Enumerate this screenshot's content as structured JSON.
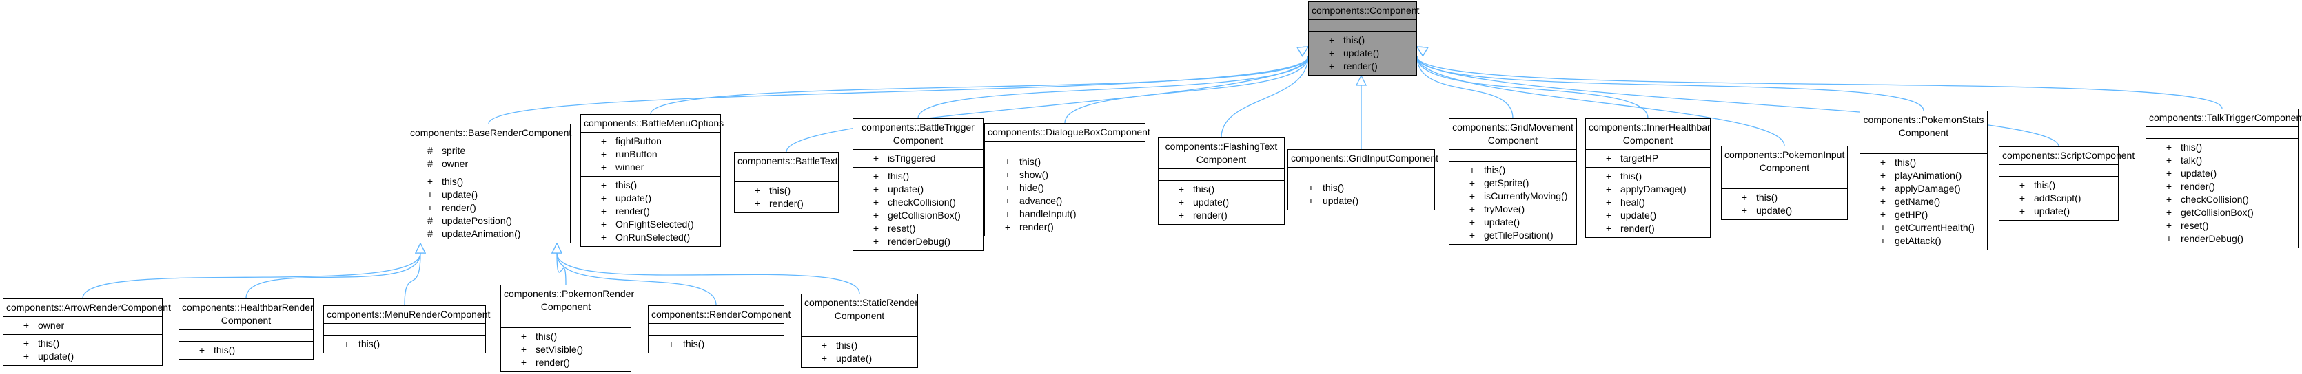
{
  "diagram": {
    "classes": [
      {
        "id": "component",
        "name": [
          "components::Component"
        ],
        "attributes": [],
        "methods": [
          [
            "+",
            "this()"
          ],
          [
            "+",
            "update()"
          ],
          [
            "+",
            "render()"
          ]
        ]
      },
      {
        "id": "baserender",
        "name": [
          "components::BaseRenderComponent"
        ],
        "attributes": [
          [
            "#",
            "sprite"
          ],
          [
            "#",
            "owner"
          ]
        ],
        "methods": [
          [
            "+",
            "this()"
          ],
          [
            "+",
            "update()"
          ],
          [
            "+",
            "render()"
          ],
          [
            "#",
            "updatePosition()"
          ],
          [
            "#",
            "updateAnimation()"
          ]
        ]
      },
      {
        "id": "battlemenu",
        "name": [
          "components::BattleMenuOptions"
        ],
        "attributes": [
          [
            "+",
            "fightButton"
          ],
          [
            "+",
            "runButton"
          ],
          [
            "+",
            "winner"
          ]
        ],
        "methods": [
          [
            "+",
            "this()"
          ],
          [
            "+",
            "update()"
          ],
          [
            "+",
            "render()"
          ],
          [
            "+",
            "OnFightSelected()"
          ],
          [
            "+",
            "OnRunSelected()"
          ]
        ]
      },
      {
        "id": "battletext",
        "name": [
          "components::BattleText"
        ],
        "attributes": [],
        "methods": [
          [
            "+",
            "this()"
          ],
          [
            "+",
            "render()"
          ]
        ]
      },
      {
        "id": "battletrigger",
        "name": [
          "components::BattleTrigger",
          "Component"
        ],
        "attributes": [
          [
            "+",
            "isTriggered"
          ]
        ],
        "methods": [
          [
            "+",
            "this()"
          ],
          [
            "+",
            "update()"
          ],
          [
            "+",
            "checkCollision()"
          ],
          [
            "+",
            "getCollisionBox()"
          ],
          [
            "+",
            "reset()"
          ],
          [
            "+",
            "renderDebug()"
          ]
        ]
      },
      {
        "id": "dialoguebox",
        "name": [
          "components::DialogueBoxComponent"
        ],
        "attributes": [],
        "methods": [
          [
            "+",
            "this()"
          ],
          [
            "+",
            "show()"
          ],
          [
            "+",
            "hide()"
          ],
          [
            "+",
            "advance()"
          ],
          [
            "+",
            "handleInput()"
          ],
          [
            "+",
            "render()"
          ]
        ]
      },
      {
        "id": "flashingtext",
        "name": [
          "components::FlashingText",
          "Component"
        ],
        "attributes": [],
        "methods": [
          [
            "+",
            "this()"
          ],
          [
            "+",
            "update()"
          ],
          [
            "+",
            "render()"
          ]
        ]
      },
      {
        "id": "gridinput",
        "name": [
          "components::GridInputComponent"
        ],
        "attributes": [],
        "methods": [
          [
            "+",
            "this()"
          ],
          [
            "+",
            "update()"
          ]
        ]
      },
      {
        "id": "gridmovement",
        "name": [
          "components::GridMovement",
          "Component"
        ],
        "attributes": [],
        "methods": [
          [
            "+",
            "this()"
          ],
          [
            "+",
            "getSprite()"
          ],
          [
            "+",
            "isCurrentlyMoving()"
          ],
          [
            "+",
            "tryMove()"
          ],
          [
            "+",
            "update()"
          ],
          [
            "+",
            "getTilePosition()"
          ]
        ]
      },
      {
        "id": "innerhealth",
        "name": [
          "components::InnerHealthbar",
          "Component"
        ],
        "attributes": [
          [
            "+",
            "targetHP"
          ]
        ],
        "methods": [
          [
            "+",
            "this()"
          ],
          [
            "+",
            "applyDamage()"
          ],
          [
            "+",
            "heal()"
          ],
          [
            "+",
            "update()"
          ],
          [
            "+",
            "render()"
          ]
        ]
      },
      {
        "id": "pokemoninput",
        "name": [
          "components::PokemonInput",
          "Component"
        ],
        "attributes": [],
        "methods": [
          [
            "+",
            "this()"
          ],
          [
            "+",
            "update()"
          ]
        ]
      },
      {
        "id": "pokemonstats",
        "name": [
          "components::PokemonStats",
          "Component"
        ],
        "attributes": [],
        "methods": [
          [
            "+",
            "this()"
          ],
          [
            "+",
            "playAnimation()"
          ],
          [
            "+",
            "applyDamage()"
          ],
          [
            "+",
            "getName()"
          ],
          [
            "+",
            "getHP()"
          ],
          [
            "+",
            "getCurrentHealth()"
          ],
          [
            "+",
            "getAttack()"
          ]
        ]
      },
      {
        "id": "script",
        "name": [
          "components::ScriptComponent"
        ],
        "attributes": [],
        "methods": [
          [
            "+",
            "this()"
          ],
          [
            "+",
            "addScript()"
          ],
          [
            "+",
            "update()"
          ]
        ]
      },
      {
        "id": "talktrigger",
        "name": [
          "components::TalkTriggerComponent"
        ],
        "attributes": [],
        "methods": [
          [
            "+",
            "this()"
          ],
          [
            "+",
            "talk()"
          ],
          [
            "+",
            "update()"
          ],
          [
            "+",
            "render()"
          ],
          [
            "+",
            "checkCollision()"
          ],
          [
            "+",
            "getCollisionBox()"
          ],
          [
            "+",
            "reset()"
          ],
          [
            "+",
            "renderDebug()"
          ]
        ]
      },
      {
        "id": "arrowrender",
        "name": [
          "components::ArrowRenderComponent"
        ],
        "attributes": [
          [
            "+",
            "owner"
          ]
        ],
        "methods": [
          [
            "+",
            "this()"
          ],
          [
            "+",
            "update()"
          ]
        ]
      },
      {
        "id": "healthbarrender",
        "name": [
          "components::HealthbarRender",
          "Component"
        ],
        "attributes": [],
        "methods": [
          [
            "+",
            "this()"
          ]
        ]
      },
      {
        "id": "menurender",
        "name": [
          "components::MenuRenderComponent"
        ],
        "attributes": [],
        "methods": [
          [
            "+",
            "this()"
          ]
        ]
      },
      {
        "id": "pokemonrender",
        "name": [
          "components::PokemonRender",
          "Component"
        ],
        "attributes": [],
        "methods": [
          [
            "+",
            "this()"
          ],
          [
            "+",
            "setVisible()"
          ],
          [
            "+",
            "render()"
          ]
        ]
      },
      {
        "id": "renderc",
        "name": [
          "components::RenderComponent"
        ],
        "attributes": [],
        "methods": [
          [
            "+",
            "this()"
          ]
        ]
      },
      {
        "id": "staticrender",
        "name": [
          "components::StaticRender",
          "Component"
        ],
        "attributes": [],
        "methods": [
          [
            "+",
            "this()"
          ],
          [
            "+",
            "update()"
          ]
        ]
      }
    ],
    "inheritance": [
      [
        "baserender",
        "component"
      ],
      [
        "battlemenu",
        "component"
      ],
      [
        "battletext",
        "component"
      ],
      [
        "battletrigger",
        "component"
      ],
      [
        "dialoguebox",
        "component"
      ],
      [
        "flashingtext",
        "component"
      ],
      [
        "gridinput",
        "component"
      ],
      [
        "gridmovement",
        "component"
      ],
      [
        "innerhealth",
        "component"
      ],
      [
        "pokemoninput",
        "component"
      ],
      [
        "pokemonstats",
        "component"
      ],
      [
        "script",
        "component"
      ],
      [
        "talktrigger",
        "component"
      ],
      [
        "arrowrender",
        "baserender"
      ],
      [
        "healthbarrender",
        "baserender"
      ],
      [
        "menurender",
        "baserender"
      ],
      [
        "pokemonrender",
        "baserender"
      ],
      [
        "renderc",
        "baserender"
      ],
      [
        "staticrender",
        "baserender"
      ]
    ],
    "colors": {
      "edge": "#63b8ff",
      "highlight": "#999999",
      "border": "#000000"
    }
  }
}
